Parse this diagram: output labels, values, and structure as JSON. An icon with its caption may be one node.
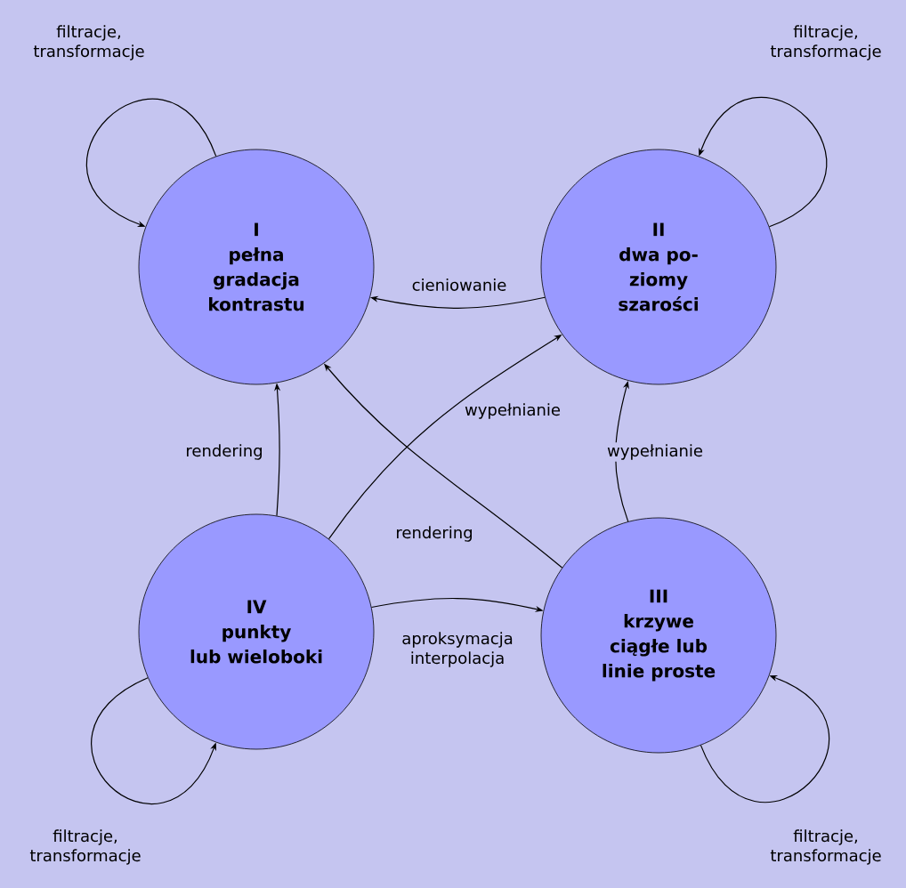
{
  "diagram": {
    "nodes": [
      {
        "text": [
          "I",
          "pełna gradacja kontrastu"
        ]
      },
      {
        "text": [
          "II",
          "dwa po- ziomy szarości"
        ]
      },
      {
        "text": [
          "III",
          "krzywe ciągłe lub linie proste"
        ]
      },
      {
        "text": [
          "IV",
          "punkty lub wieloboki"
        ]
      }
    ],
    "edges": [
      {
        "from": 0,
        "to": 0,
        "arrow": "to",
        "label": "filtracje, transformacje"
      },
      {
        "from": 1,
        "to": 1,
        "arrow": "to",
        "label": "filtracje, transformacje"
      },
      {
        "from": 3,
        "to": 3,
        "arrow": "to",
        "label": "filtracje, transformacje"
      },
      {
        "from": 2,
        "to": 2,
        "arrow": "to",
        "label": "filtracje, transformacje"
      },
      {
        "from": 1,
        "to": 0,
        "arrow": "to",
        "label": "cieniowanie"
      },
      {
        "from": 3,
        "to": 0,
        "arrow": "to",
        "label": "rendering"
      },
      {
        "from": 3,
        "to": 1,
        "arrow": "to",
        "label": "wypełnianie"
      },
      {
        "from": 2,
        "to": 0,
        "arrow": "to",
        "label": "rendering"
      },
      {
        "from": 2,
        "to": 1,
        "arrow": "to",
        "label": "wypełnianie"
      },
      {
        "from": 3,
        "to": 2,
        "arrow": "to",
        "label": "aproksymacja interpolacja"
      }
    ]
  }
}
